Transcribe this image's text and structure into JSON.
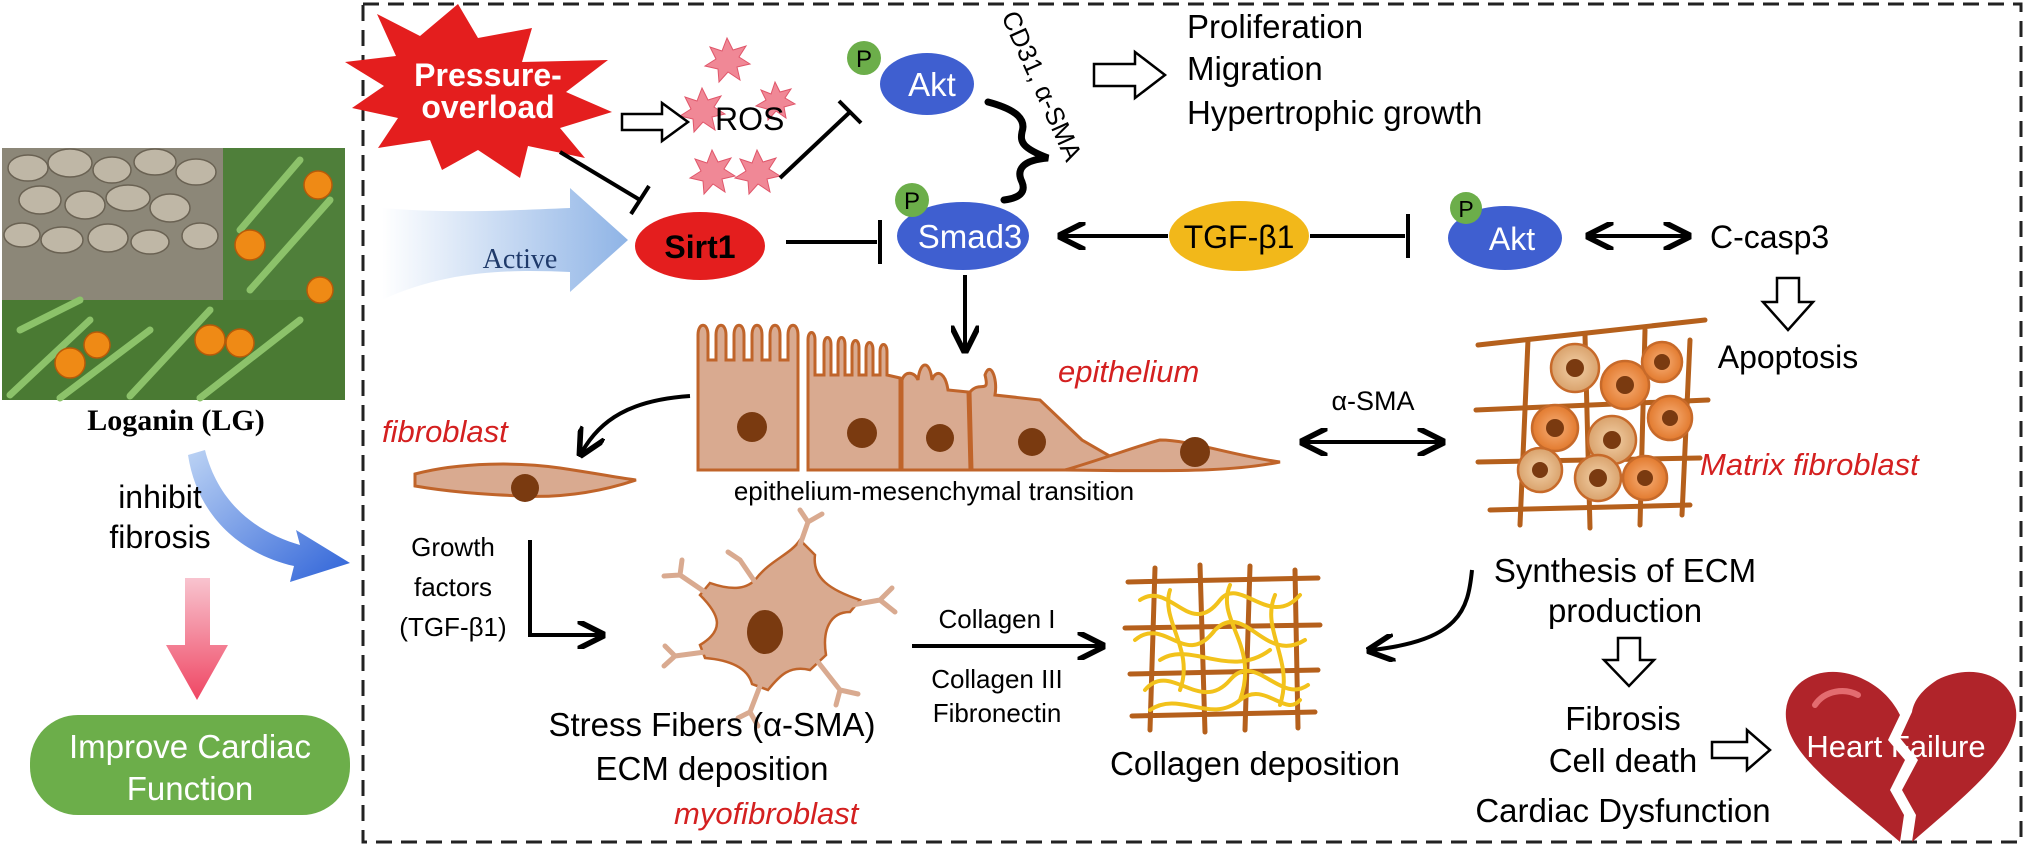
{
  "left_panel": {
    "herb_label": "Loganin (LG)",
    "inhibit_text": "inhibit",
    "fibrosis_text": "fibrosis",
    "improve_line1": "Improve Cardiac",
    "improve_line2": "Function"
  },
  "top": {
    "pressure_line1": "Pressure-",
    "pressure_line2": "overload",
    "ros": "ROS",
    "p_mark": "P",
    "akt": "Akt",
    "cd31_label": "CD31, α-SMA",
    "outcome_1": "Proliferation",
    "outcome_2": "Migration",
    "outcome_3": "Hypertrophic growth",
    "active": "Active",
    "sirt1": "Sirt1",
    "smad3": "Smad3",
    "tgf": "TGF-β1",
    "akt2": "Akt",
    "ccasp3": "C-casp3",
    "apoptosis": "Apoptosis"
  },
  "middle": {
    "epithelium": "epithelium",
    "fibroblast": "fibroblast",
    "emt": "epithelium-mesenchymal transition",
    "asma": "α-SMA",
    "matrix_fibroblast": "Matrix fibroblast"
  },
  "bottom": {
    "growth_1": "Growth",
    "growth_2": "factors",
    "growth_3": "(TGF-β1)",
    "stress_fibers": "Stress Fibers (α-SMA)",
    "ecm_deposition": "ECM deposition",
    "myofibroblast": "myofibroblast",
    "collagen_i": "Collagen I",
    "collagen_iii": "Collagen III",
    "fibronectin": "Fibronectin",
    "collagen_deposition": "Collagen deposition",
    "synthesis_1": "Synthesis of ECM",
    "synthesis_2": "production",
    "outcome_fibrosis": "Fibrosis",
    "outcome_death": "Cell death",
    "outcome_dysfunction": "Cardiac Dysfunction",
    "heart_failure": "Heart Failure"
  },
  "colors": {
    "blue_node": "#3f5fd0",
    "red_node": "#e41e1e",
    "yellow_node": "#f2b81a",
    "green_node": "#6cae4a",
    "italic_red": "#d42020",
    "heart": "#b0242a",
    "cell_fill": "#d9aa90",
    "cell_stroke": "#c0642a",
    "nucleus": "#7a3a10",
    "ecm_fiber": "#b5601c",
    "collagen": "#f2c21b"
  }
}
